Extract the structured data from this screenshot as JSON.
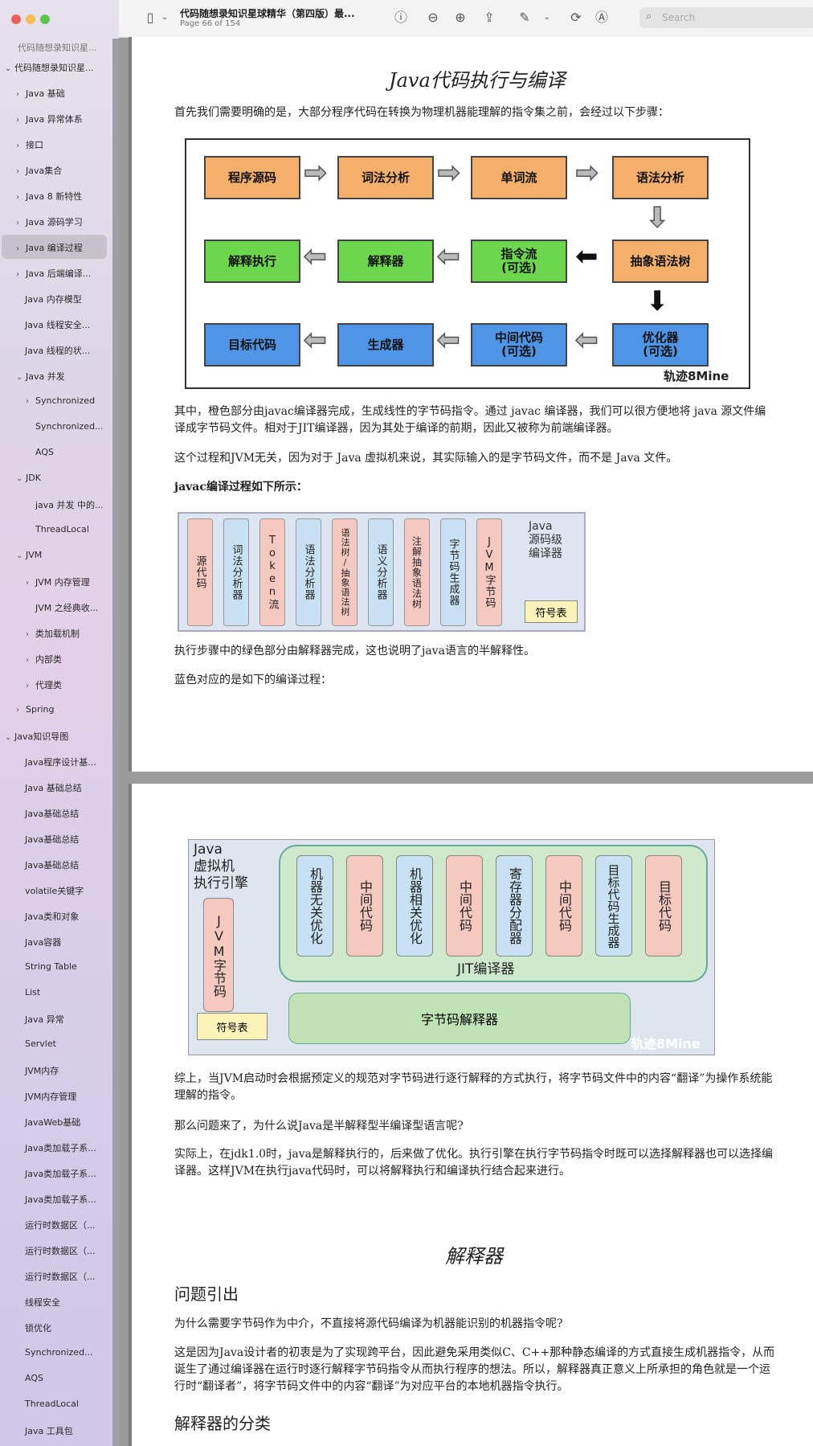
{
  "toolbar": {
    "doc_title": "代码随想录知识星球精华（第四版）最...",
    "page_info": "Page 66 of 154",
    "search_placeholder": "Search"
  },
  "sidebar": {
    "header": "代码随想录知识星...",
    "root": "代码随想录知识星...",
    "items": [
      {
        "label": "Java 基础",
        "chev": "›"
      },
      {
        "label": "Java 异常体系",
        "chev": "›"
      },
      {
        "label": "接口",
        "chev": "›"
      },
      {
        "label": "Java集合",
        "chev": "›"
      },
      {
        "label": "Java 8 新特性",
        "chev": "›"
      },
      {
        "label": "Java 源码学习",
        "chev": "›"
      },
      {
        "label": "Java 编译过程",
        "chev": "›"
      },
      {
        "label": "Java 后端编译...",
        "chev": "›"
      },
      {
        "label": "Java 内存模型",
        "chev": ""
      },
      {
        "label": "Java 线程安全...",
        "chev": ""
      },
      {
        "label": "Java 线程的状...",
        "chev": ""
      },
      {
        "label": "Java 并发",
        "chev": "⌄"
      },
      {
        "label": "Synchronized",
        "chev": "›"
      },
      {
        "label": "Synchronized...",
        "chev": ""
      },
      {
        "label": "AQS",
        "chev": ""
      },
      {
        "label": "JDK",
        "chev": "⌄"
      },
      {
        "label": "java 并发 中的...",
        "chev": ""
      },
      {
        "label": "ThreadLocal",
        "chev": ""
      },
      {
        "label": "JVM",
        "chev": "⌄"
      },
      {
        "label": "JVM 内存管理",
        "chev": "›"
      },
      {
        "label": "JVM 之经典收...",
        "chev": ""
      },
      {
        "label": "类加载机制",
        "chev": "›"
      },
      {
        "label": "内部类",
        "chev": "›"
      },
      {
        "label": "代理类",
        "chev": "›"
      },
      {
        "label": "Spring",
        "chev": "›"
      },
      {
        "label": "Java知识导图",
        "chev": "⌄"
      },
      {
        "label": "Java程序设计基...",
        "chev": ""
      },
      {
        "label": "Java 基础总结",
        "chev": ""
      },
      {
        "label": "Java基础总结",
        "chev": ""
      },
      {
        "label": "Java基础总结",
        "chev": ""
      },
      {
        "label": "Java基础总结",
        "chev": ""
      },
      {
        "label": "volatile关键字",
        "chev": ""
      },
      {
        "label": "Java类和对象",
        "chev": ""
      },
      {
        "label": "Java容器",
        "chev": ""
      },
      {
        "label": "String Table",
        "chev": ""
      },
      {
        "label": "List",
        "chev": ""
      },
      {
        "label": "Java 异常",
        "chev": ""
      },
      {
        "label": "Servlet",
        "chev": ""
      },
      {
        "label": "JVM内存",
        "chev": ""
      },
      {
        "label": "JVM内存管理",
        "chev": ""
      },
      {
        "label": "JavaWeb基础",
        "chev": ""
      },
      {
        "label": "Java类加载子系...",
        "chev": ""
      },
      {
        "label": "Java类加载子系...",
        "chev": ""
      },
      {
        "label": "Java类加载子系...",
        "chev": ""
      },
      {
        "label": "运行时数据区（...",
        "chev": ""
      },
      {
        "label": "运行时数据区（...",
        "chev": ""
      },
      {
        "label": "运行时数据区（...",
        "chev": ""
      },
      {
        "label": "线程安全",
        "chev": ""
      },
      {
        "label": "锁优化",
        "chev": ""
      },
      {
        "label": "Synchronized...",
        "chev": ""
      },
      {
        "label": "AQS",
        "chev": ""
      },
      {
        "label": "ThreadLocal",
        "chev": ""
      },
      {
        "label": "Java 工具包",
        "chev": ""
      }
    ]
  },
  "page1": {
    "title": "Java代码执行与编译",
    "p1": "首先我们需要明确的是，大部分程序代码在转换为物理机器能理解的指令集之前，会经过以下步骤：",
    "p2": "其中，橙色部分由javac编译器完成，生成线性的字节码指令。通过 javac 编译器，我们可以很方便地将 java 源文件编译成字节码文件。相对于JIT编译器，因为其处于编译的前期，因此又被称为前端编译器。",
    "p3": "这个过程和JVM无关，因为对于 Java 虚拟机来说，其实际输入的是字节码文件，而不是 Java 文件。",
    "p4": "javac编译过程如下所示：",
    "p5": "执行步骤中的绿色部分由解释器完成，这也说明了java语言的半解释性。",
    "p6": "蓝色对应的是如下的编译过程："
  },
  "diagram1": {
    "row1": [
      "程序源码",
      "词法分析",
      "单词流",
      "语法分析"
    ],
    "row2": [
      "解释执行",
      "解释器",
      "指令流\n(可选)",
      "抽象语法树"
    ],
    "row3": [
      "目标代码",
      "生成器",
      "中间代码\n(可选)",
      "优化器\n(可选)"
    ],
    "watermark": "轨迹8Mine"
  },
  "diagram2": {
    "cells": [
      "源代码",
      "词法分析器",
      "Token流",
      "语法分析器",
      "语法树/抽象语法树",
      "语义分析器",
      "注解抽象语法树",
      "字节码生成器",
      "JVM字节码"
    ],
    "side_label": "Java\n源码级\n编译器",
    "symbol_table": "符号表"
  },
  "diagram3": {
    "title": "Java\n虚拟机\n执行引擎",
    "bytecode": "JVM字节码",
    "stages": [
      "机器无关优化",
      "中间代码",
      "机器相关优化",
      "中间代码",
      "寄存器分配器",
      "中间代码",
      "目标代码生成器",
      "目标代码"
    ],
    "jit_label": "JIT编译器",
    "interpreter_label": "字节码解释器",
    "symbol_table": "符号表",
    "watermark": "轨迹8Mine"
  },
  "page2": {
    "p1": "综上，当JVM启动时会根据预定义的规范对字节码进行逐行解释的方式执行，将字节码文件中的内容“翻译”为操作系统能理解的指令。",
    "p2": "那么问题来了，为什么说Java是半解释型半编译型语言呢?",
    "p3": "实际上，在jdk1.0时，java是解释执行的，后来做了优化。执行引擎在执行字节码指令时既可以选择解释器也可以选择编译器。这样JVM在执行java代码时，可以将解释执行和编译执行结合起来进行。",
    "title2": "解释器",
    "h_intro": "问题引出",
    "p4": "为什么需要字节码作为中介，不直接将源代码编译为机器能识别的机器指令呢?",
    "p5": "这是因为Java设计者的初衷是为了实现跨平台，因此避免采用类似C、C++那种静态编译的方式直接生成机器指令，从而诞生了通过编译器在运行时逐行解释字节码指令从而执行程序的想法。所以，解释器真正意义上所承担的角色就是一个运行时“翻译者”，将字节码文件中的内容“翻译”为对应平台的本地机器指令执行。",
    "h_types": "解释器的分类"
  }
}
